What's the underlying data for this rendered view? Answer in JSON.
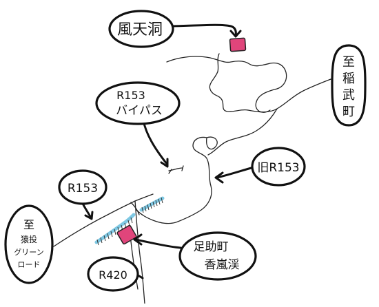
{
  "map": {
    "labels": {
      "futendo": "風天洞",
      "inabu_line1": "至",
      "inabu_line2": "稲",
      "inabu_line3": "武",
      "inabu_line4": "町",
      "bypass_line1": "R153",
      "bypass_line2": "バイパス",
      "old_r153": "旧R153",
      "r153": "R153",
      "sanage_line1": "至",
      "sanage_line2": "猿投",
      "sanage_line3": "グリーン",
      "sanage_line4": "ロード",
      "korankei_line1": "足助町",
      "korankei_line2": "香嵐渓",
      "r420": "R420"
    },
    "icons": {
      "poi_marker": "pink-square-marker",
      "river": "river-hatched-line"
    },
    "colors": {
      "poi": "#e0457b",
      "river": "#7ec8e3",
      "ink": "#111111"
    }
  }
}
